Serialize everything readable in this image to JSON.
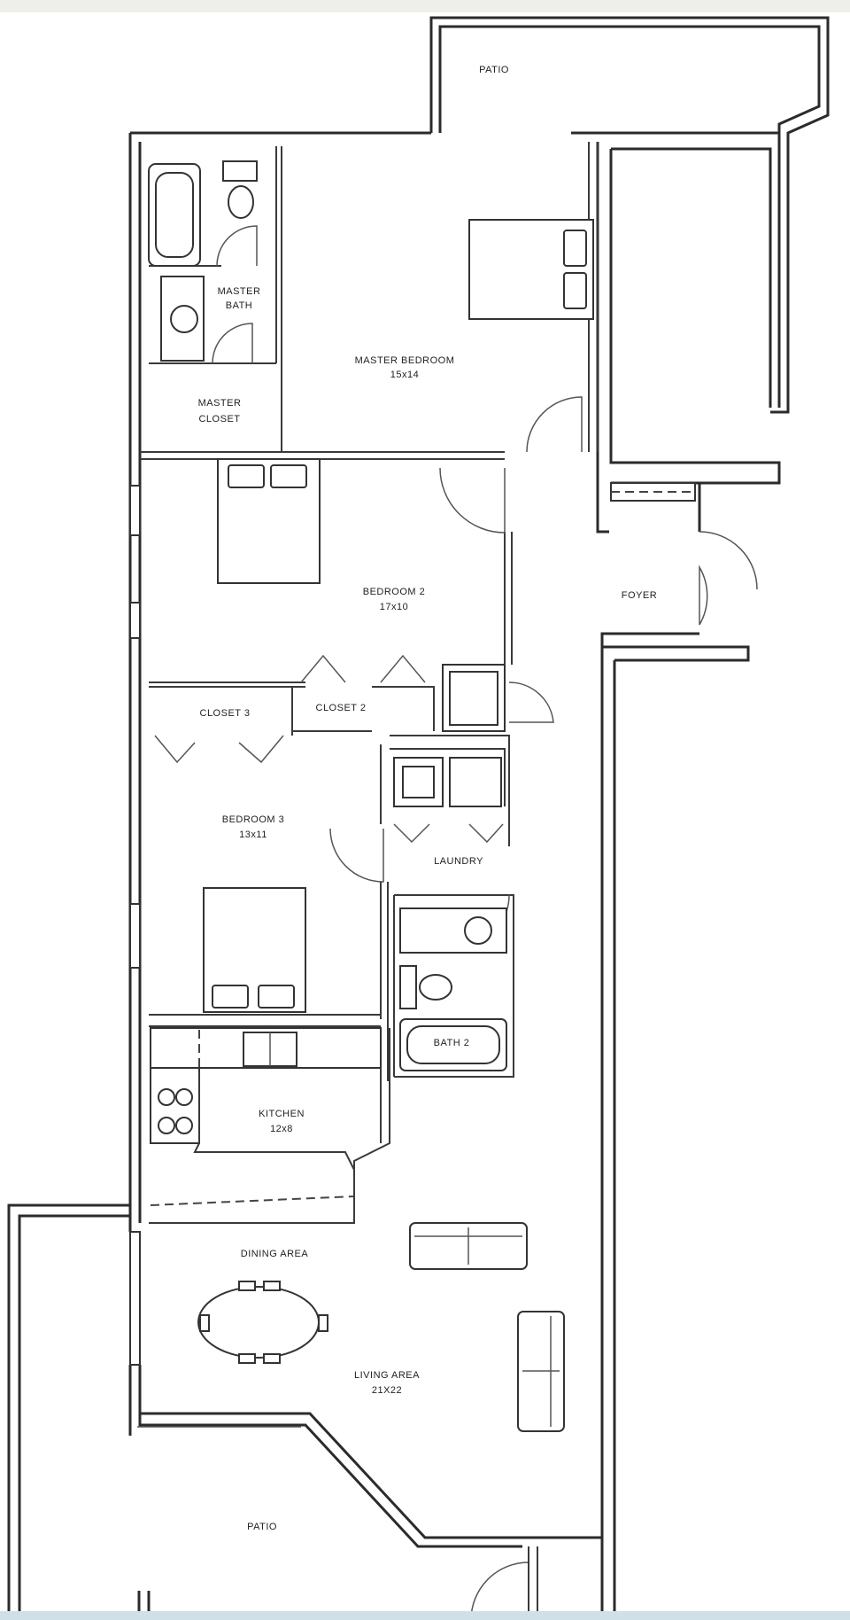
{
  "rooms": {
    "patio_top": {
      "name": "PATIO"
    },
    "master_bath": {
      "name_line1": "MASTER",
      "name_line2": "BATH"
    },
    "master_closet": {
      "name_line1": "MASTER",
      "name_line2": "CLOSET"
    },
    "master_bedroom": {
      "name": "MASTER BEDROOM",
      "size": "15x14"
    },
    "bedroom_2": {
      "name": "BEDROOM 2",
      "size": "17x10"
    },
    "foyer": {
      "name": "FOYER"
    },
    "closet_3": {
      "name": "CLOSET 3"
    },
    "closet_2": {
      "name": "CLOSET 2"
    },
    "bedroom_3": {
      "name": "BEDROOM 3",
      "size": "13x11"
    },
    "laundry": {
      "name": "LAUNDRY"
    },
    "bath_2": {
      "name": "BATH 2"
    },
    "kitchen": {
      "name": "KITCHEN",
      "size": "12x8"
    },
    "dining_area": {
      "name": "DINING AREA"
    },
    "living_area": {
      "name": "LIVING AREA",
      "size": "21X22"
    },
    "patio_bottom": {
      "name": "PATIO"
    }
  }
}
